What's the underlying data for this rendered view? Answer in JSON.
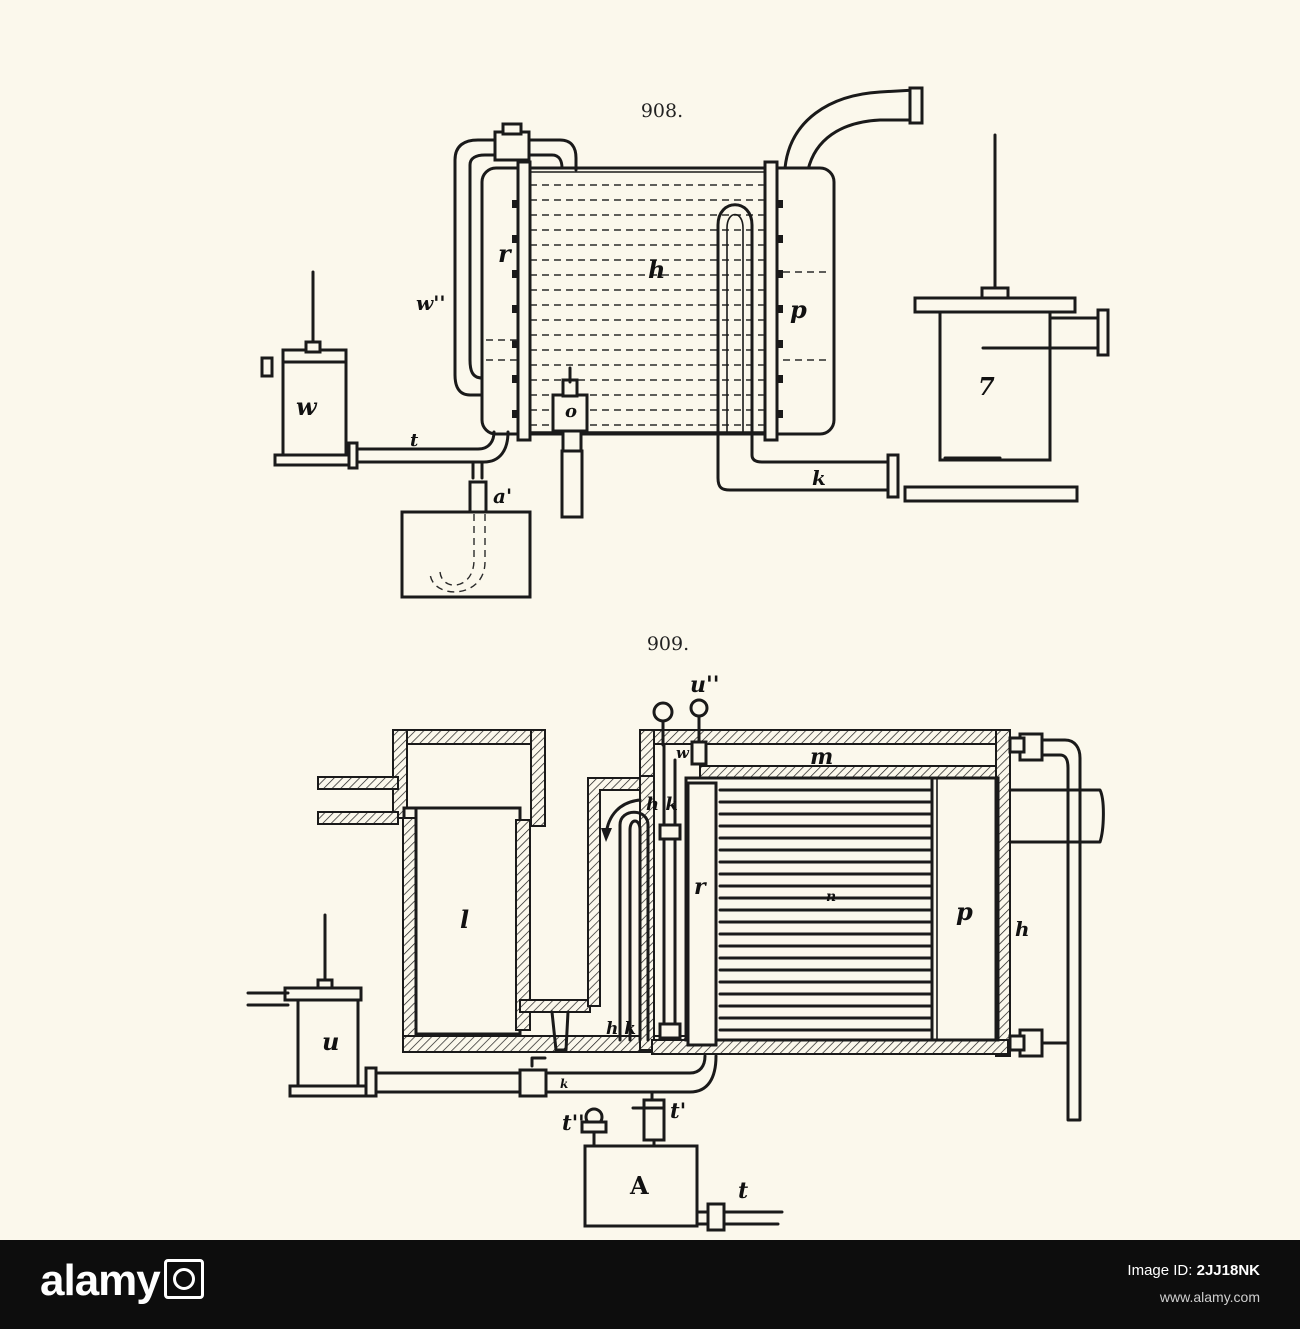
{
  "figures": {
    "fig908": {
      "number": "908.",
      "labels": {
        "r": "r",
        "h": "h",
        "p": "p",
        "w2": "w''",
        "w": "w",
        "o": "o",
        "t": "t",
        "a1": "a'",
        "k": "k",
        "seven": "7"
      }
    },
    "fig909": {
      "number": "909.",
      "labels": {
        "u2": "u''",
        "w": "w",
        "m": "m",
        "hk_top": "h k",
        "r": "r",
        "n": "n",
        "p": "p",
        "h": "h",
        "l": "l",
        "u": "u",
        "hk_bottom": "h k",
        "k": "k",
        "t2": "t''",
        "t1": "t'",
        "A": "A",
        "t": "t"
      }
    }
  },
  "footer": {
    "brand": "alamy",
    "image_id_label": "Image ID:",
    "image_id": "2JJ18NK",
    "url": "www.alamy.com"
  }
}
